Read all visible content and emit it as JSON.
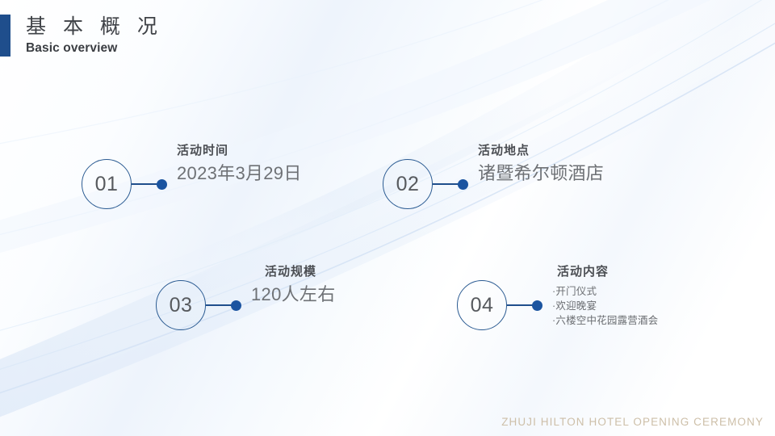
{
  "slide": {
    "title_cn": "基 本 概 况",
    "title_en": "Basic overview",
    "accent_color": "#1F4E8C",
    "circle_stroke_color": "#2B5B92",
    "dot_color": "#1B54A0",
    "heading_color": "#4B4E53",
    "value_color": "#6E7175",
    "footer_color": "#CDBFA8"
  },
  "items": [
    {
      "number": "01",
      "heading": "活动时间",
      "value": "2023年3月29日"
    },
    {
      "number": "02",
      "heading": "活动地点",
      "value": "诸暨希尔顿酒店"
    },
    {
      "number": "03",
      "heading": "活动规模",
      "value": "120人左右"
    },
    {
      "number": "04",
      "heading": "活动内容",
      "bullets": [
        "·开门仪式",
        "·欢迎晚宴",
        "·六楼空中花园露营酒会"
      ]
    }
  ],
  "footer": {
    "text": "ZHUJI HILTON HOTEL OPENING CEREMONY"
  }
}
